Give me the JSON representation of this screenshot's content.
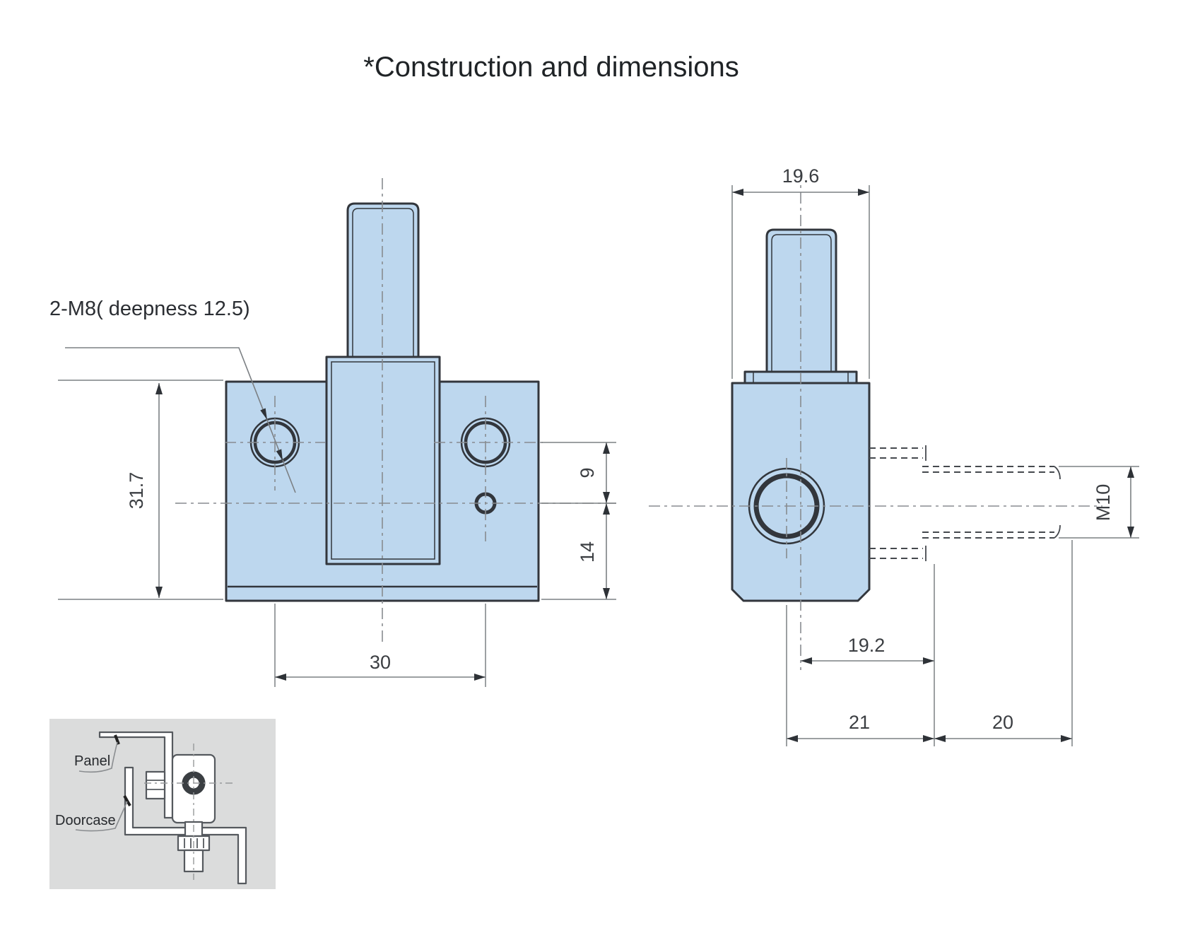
{
  "title": "*Construction and dimensions",
  "colors": {
    "part": "#bdd7ee",
    "outline": "#32363c",
    "center": "#888c90",
    "dim": "#7c8084",
    "arrow": "#2e3237",
    "text": "#3b3e42",
    "inset": "#dbdcdc"
  },
  "front_view": {
    "thread_note": "2-M8( deepness 12.5)",
    "dim_height": "31.7",
    "dim_hole_spacing": "30",
    "dim_offset_upper": "9",
    "dim_offset_lower": "14"
  },
  "side_view": {
    "dim_width": "19.6",
    "dim_center_to_thread": "19.2",
    "dim_hole_to_thread": "21",
    "dim_thread_length": "20",
    "thread_size": "M10"
  },
  "inset": {
    "panel_label": "Panel",
    "doorcase_label": "Doorcase"
  }
}
